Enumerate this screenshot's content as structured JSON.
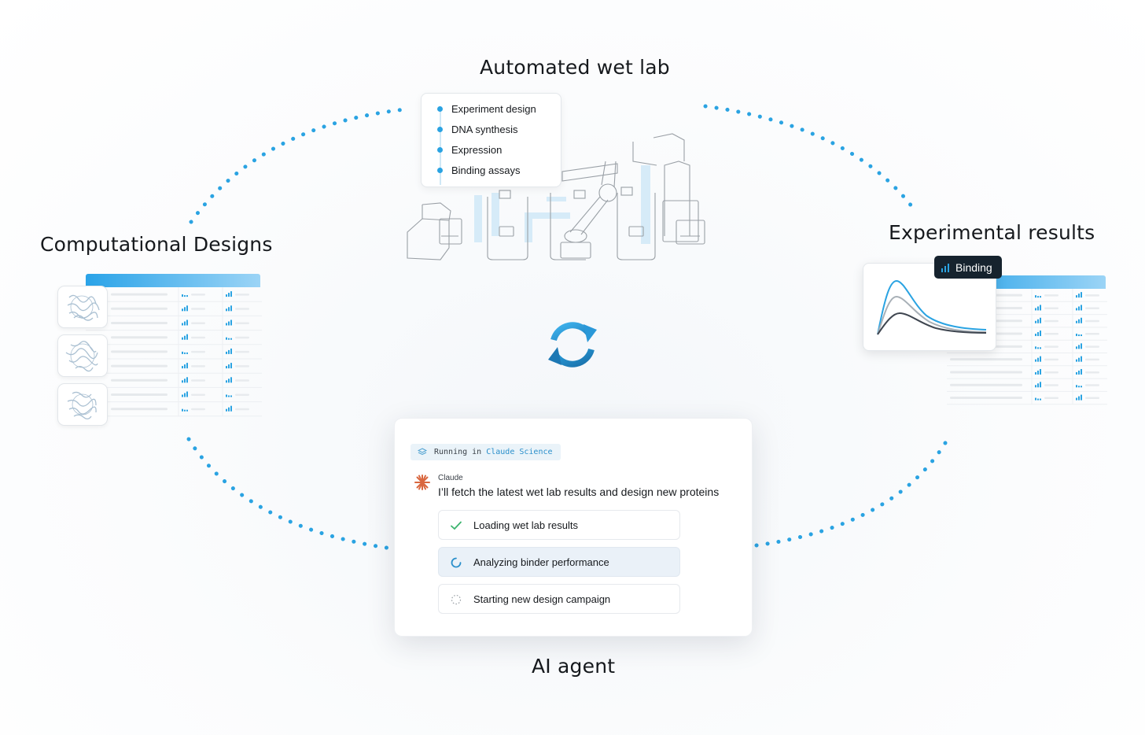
{
  "labels": {
    "wet_lab": "Automated wet lab",
    "computational": "Computational Designs",
    "results": "Experimental results",
    "agent": "AI agent"
  },
  "wet_lab_steps": [
    "Experiment design",
    "DNA synthesis",
    "Expression",
    "Binding assays"
  ],
  "results_badge": "Binding",
  "agent": {
    "running_prefix": "Running in",
    "environment": "Claude Science",
    "speaker": "Claude",
    "message": "I’ll fetch the latest wet lab results and design new proteins",
    "tasks": [
      {
        "label": "Loading wet lab results",
        "status": "done"
      },
      {
        "label": "Analyzing binder performance",
        "status": "in-progress"
      },
      {
        "label": "Starting new design campaign",
        "status": "pending"
      }
    ]
  },
  "colors": {
    "accent": "#2aa3e2",
    "dark": "#16232e",
    "claude_orange": "#d9673f",
    "success": "#3cb46e"
  },
  "icons": [
    "cycle-arrows-icon",
    "binding-chart-icon",
    "layers-icon",
    "claude-asterisk-icon",
    "check-icon",
    "spinner-icon",
    "pending-icon"
  ]
}
